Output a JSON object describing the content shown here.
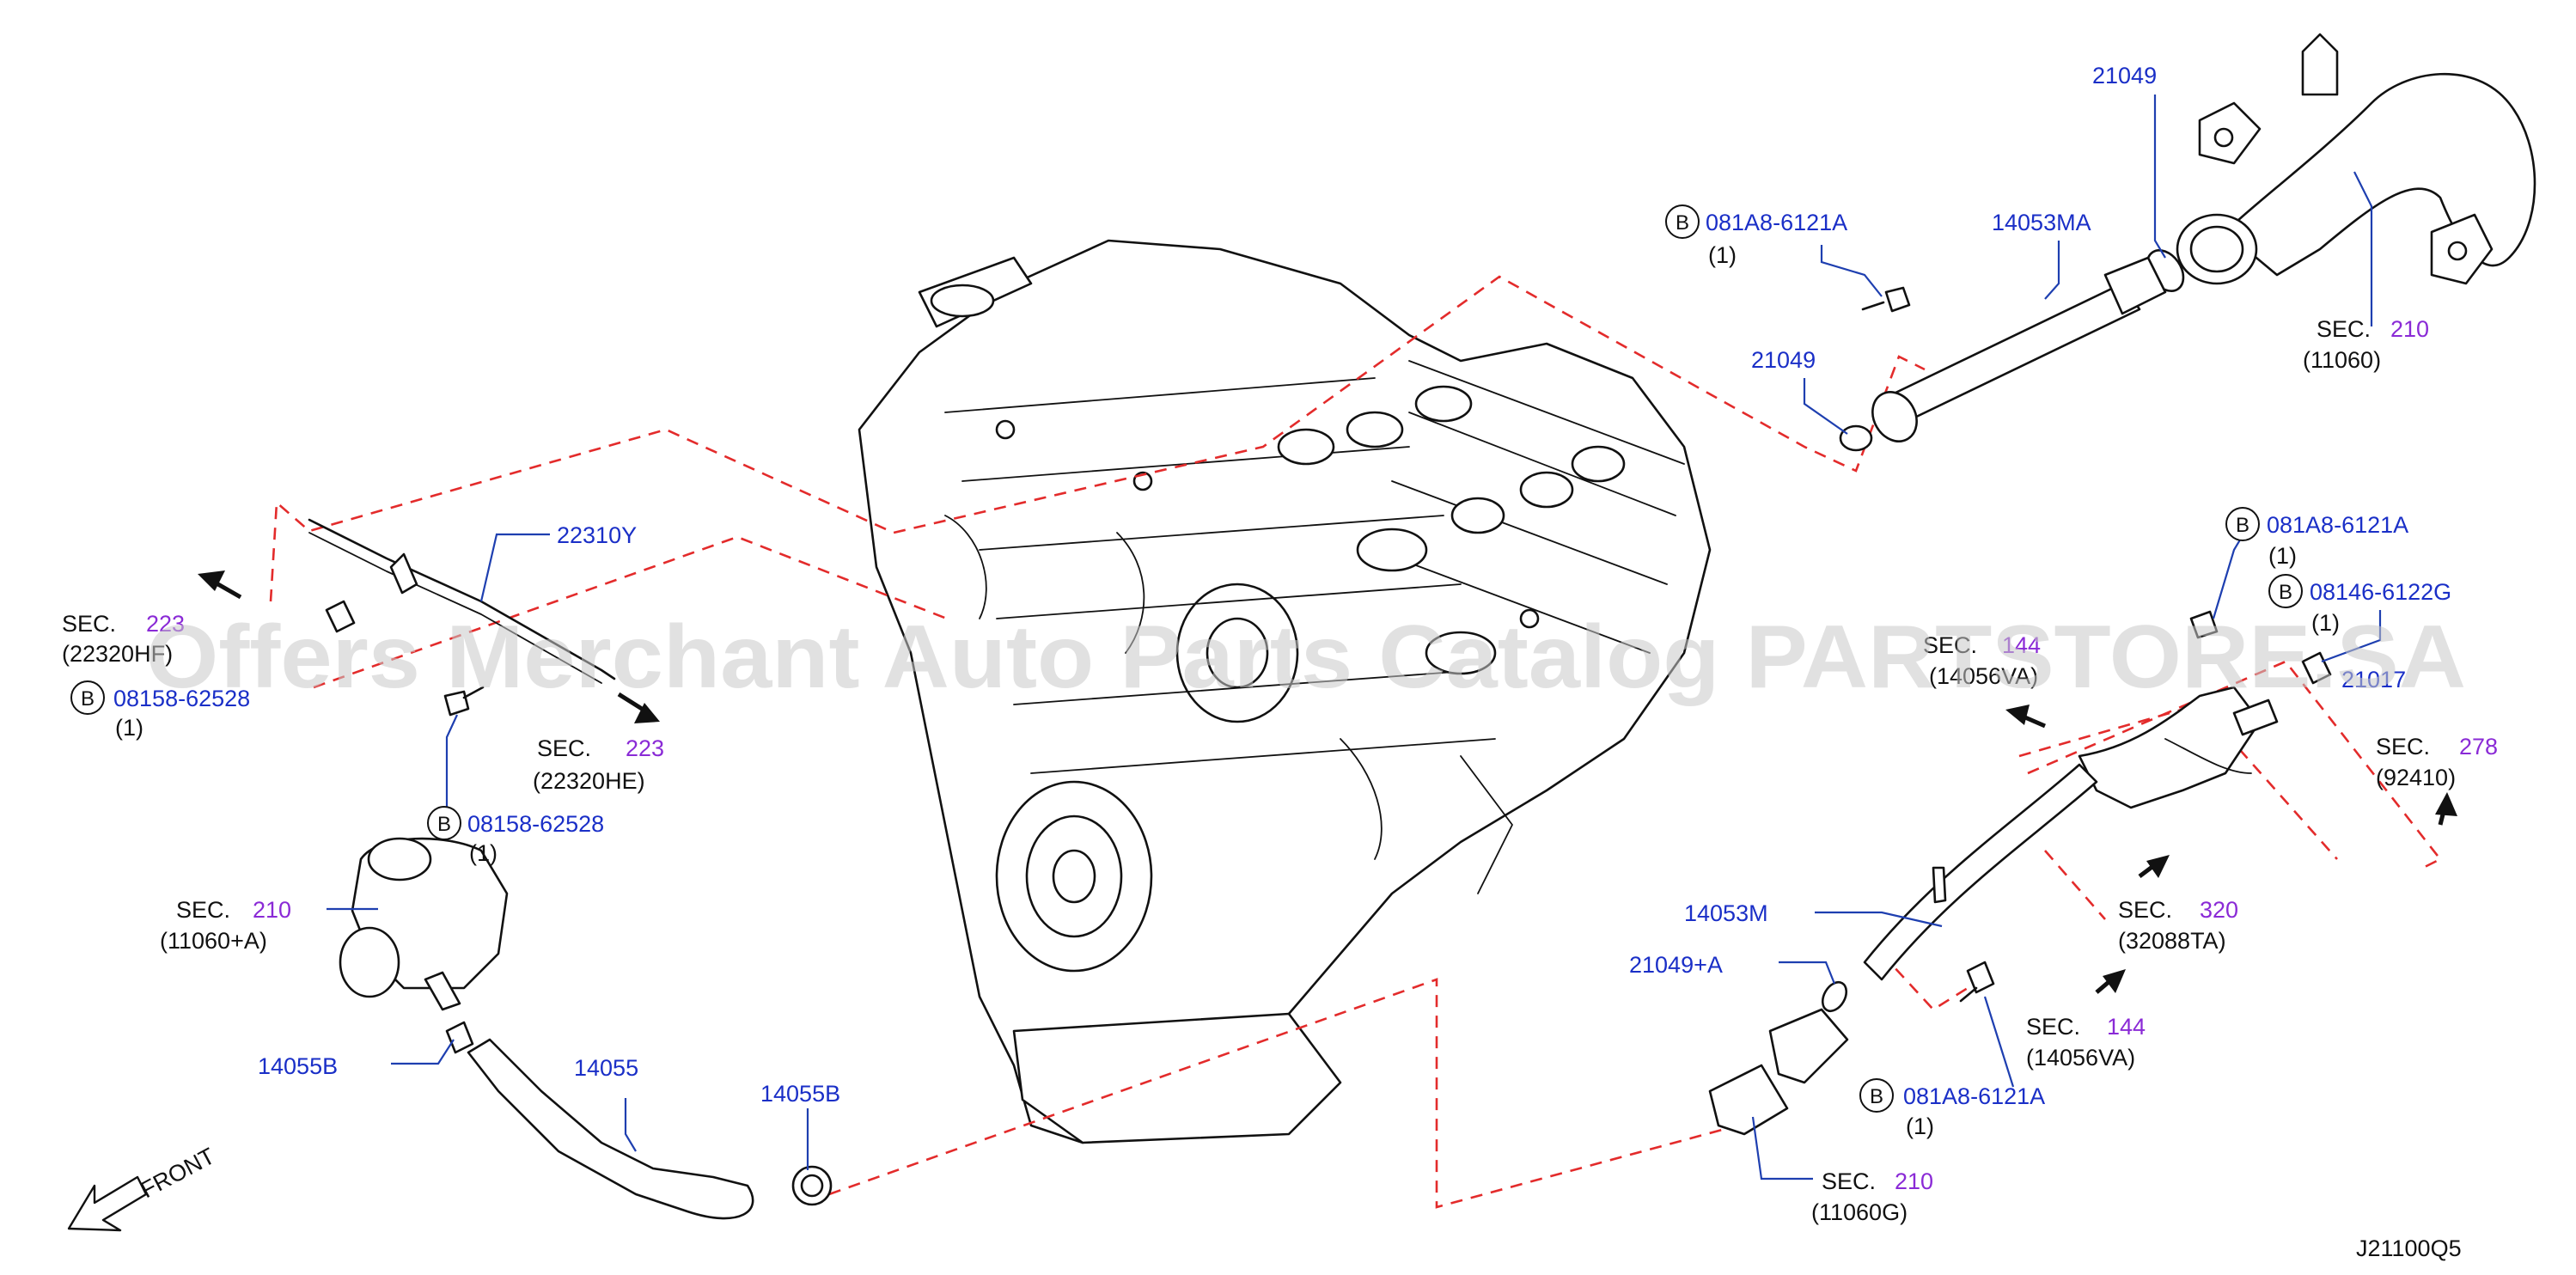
{
  "diagram_id": "J21100Q5",
  "watermark": "Offers Merchant Auto Parts Catalog PARTSTORE.SA",
  "front_label": "FRONT",
  "bolt_marker": "B",
  "labels": {
    "p21049_top": "21049",
    "p21049_mid": "21049",
    "p14053MA": "14053MA",
    "p081A8_top": "081A8-6121A",
    "p081A8_top_qty": "(1)",
    "sec210_tr_title": "SEC.",
    "sec210_tr_num": "210",
    "sec210_tr_sub": "(11060)",
    "p22310Y": "22310Y",
    "sec223_l_title": "SEC.",
    "sec223_l_num": "223",
    "sec223_l_sub": "(22320HF)",
    "p08158_l": "08158-62528",
    "p08158_l_qty": "(1)",
    "sec223_r_title": "SEC.",
    "sec223_r_num": "223",
    "sec223_r_sub": "(22320HE)",
    "p08158_m": "08158-62528",
    "p08158_m_qty": "(1)",
    "sec210_l_title": "SEC.",
    "sec210_l_num": "210",
    "sec210_l_sub": "(11060+A)",
    "p14055B_l": "14055B",
    "p14055": "14055",
    "p14055B_r": "14055B",
    "p081A8_r1": "081A8-6121A",
    "p081A8_r1_qty": "(1)",
    "p08146": "08146-6122G",
    "p08146_qty": "(1)",
    "sec144_t_title": "SEC.",
    "sec144_t_num": "144",
    "sec144_t_sub": "(14056VA)",
    "p21017": "21017",
    "sec278_title": "SEC.",
    "sec278_num": "278",
    "sec278_sub": "(92410)",
    "p14053M": "14053M",
    "sec320_title": "SEC.",
    "sec320_num": "320",
    "sec320_sub": "(32088TA)",
    "p21049A": "21049+A",
    "sec144_b_title": "SEC.",
    "sec144_b_num": "144",
    "sec144_b_sub": "(14056VA)",
    "p081A8_r2": "081A8-6121A",
    "p081A8_r2_qty": "(1)",
    "sec210_b_title": "SEC.",
    "sec210_b_num": "210",
    "sec210_b_sub": "(11060G)"
  }
}
